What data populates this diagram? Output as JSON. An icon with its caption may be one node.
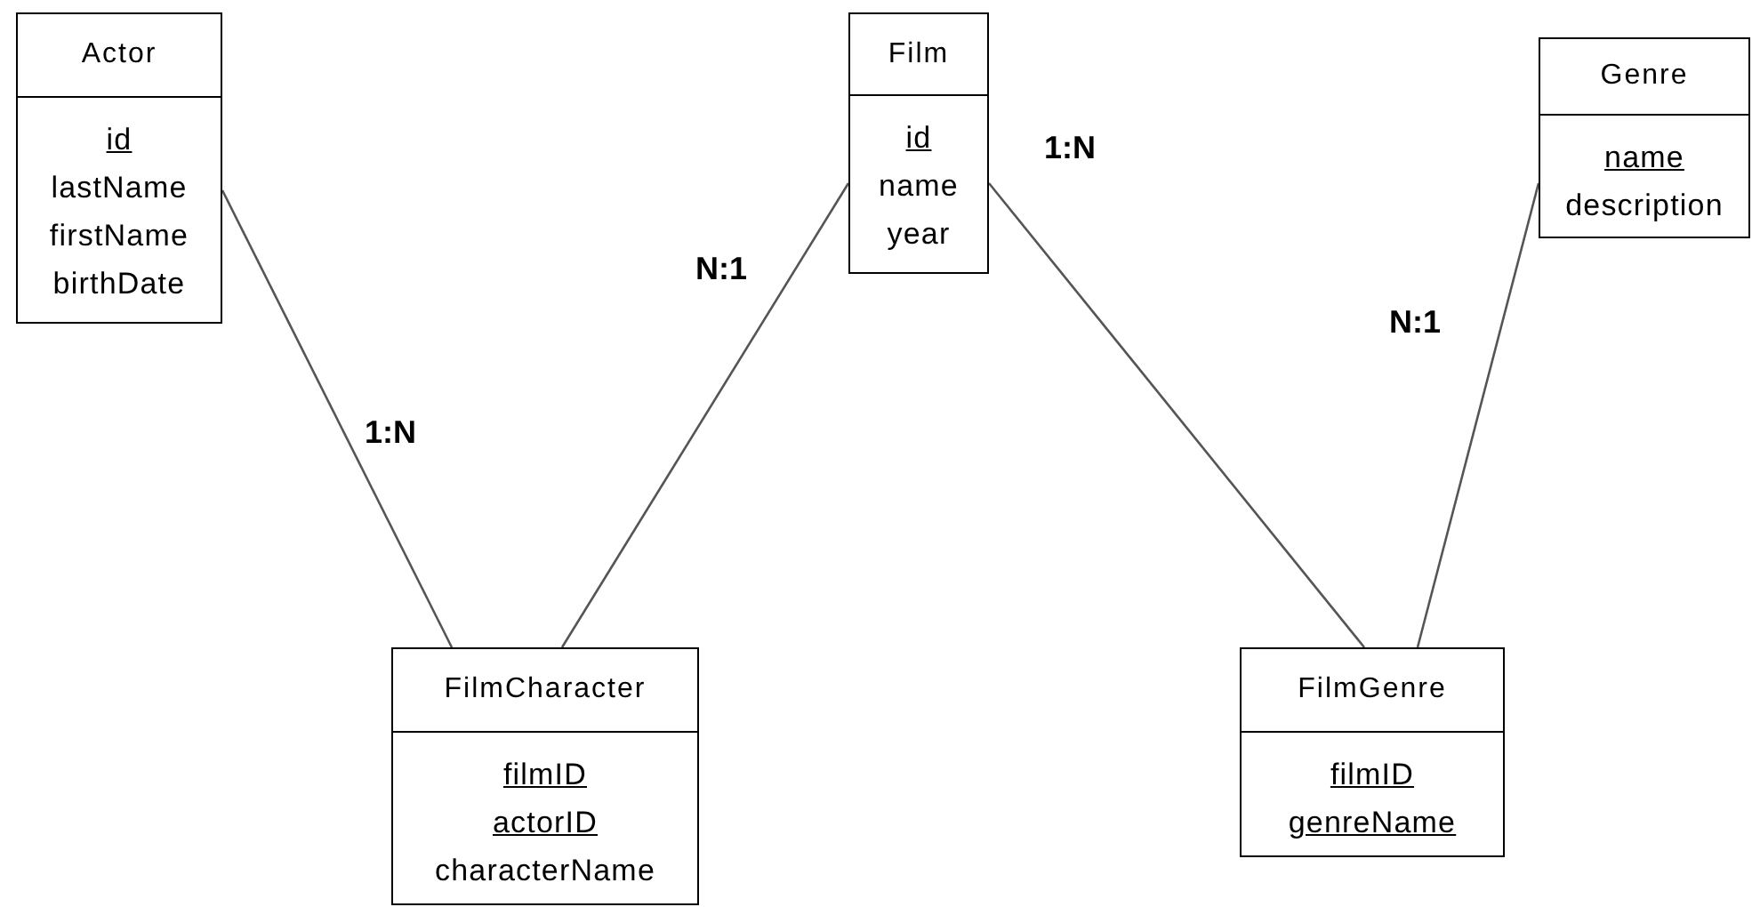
{
  "diagram": {
    "nodes": [
      {
        "text": [
          "Actor",
          "id",
          "lastName",
          "firstName",
          "birthDate"
        ]
      },
      {
        "text": [
          "Film",
          "id",
          "name",
          "year"
        ]
      },
      {
        "text": [
          "Genre",
          "name",
          "description"
        ]
      },
      {
        "text": [
          "FilmCharacter",
          "filmID",
          "actorID",
          "characterName"
        ]
      },
      {
        "text": [
          "FilmGenre",
          "filmID",
          "genreName"
        ]
      }
    ],
    "edges": [
      {
        "from": 0,
        "to": 3,
        "arrow": "none",
        "label": "1:N"
      },
      {
        "from": 1,
        "to": 3,
        "arrow": "none",
        "label": "N:1"
      },
      {
        "from": 1,
        "to": 4,
        "arrow": "none",
        "label": "1:N"
      },
      {
        "from": 2,
        "to": 4,
        "arrow": "none",
        "label": "N:1"
      }
    ]
  }
}
